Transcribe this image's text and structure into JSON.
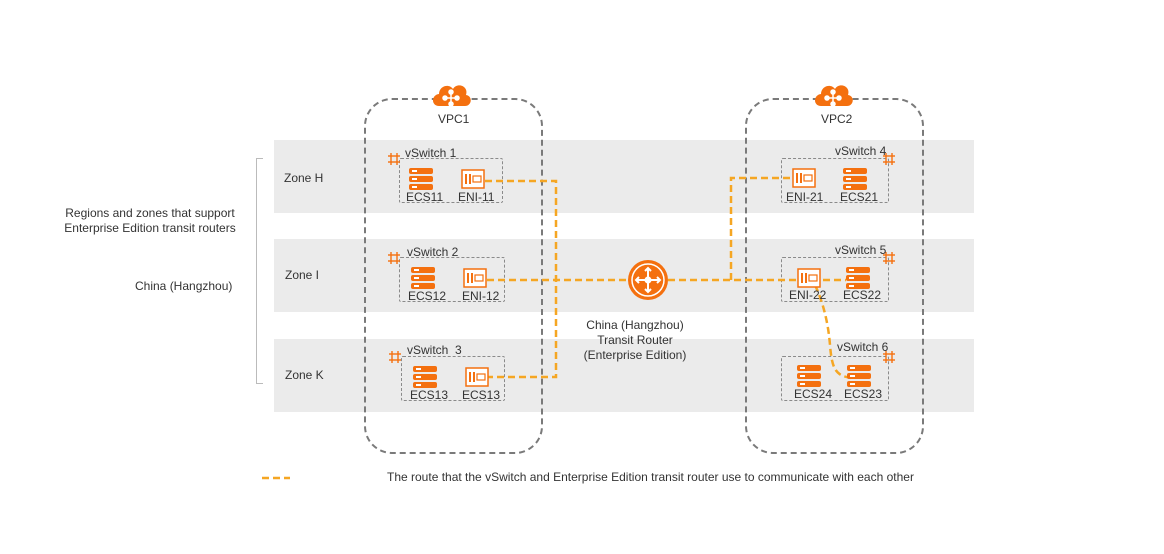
{
  "left_labels": {
    "regions_line1": "Regions and zones that support",
    "regions_line2": "Enterprise Edition transit routers",
    "region": "China (Hangzhou)"
  },
  "zones": [
    "Zone H",
    "Zone I",
    "Zone K"
  ],
  "vpc1": {
    "title": "VPC1",
    "vswitches": [
      {
        "name": "vSwitch 1",
        "ecs": "ECS11",
        "eni": "ENI-11"
      },
      {
        "name": "vSwitch 2",
        "ecs": "ECS12",
        "eni": "ENI-12"
      },
      {
        "name": "vSwitch  3",
        "ecs": "ECS13",
        "eni": "ECS13"
      }
    ]
  },
  "vpc2": {
    "title": "VPC2",
    "vswitches": [
      {
        "name": "vSwitch 4",
        "eni": "ENI-21",
        "ecs": "ECS21"
      },
      {
        "name": "vSwitch 5",
        "eni": "ENI-22",
        "ecs": "ECS22"
      },
      {
        "name": "vSwitch 6",
        "ecs_a": "ECS24",
        "ecs_b": "ECS23"
      }
    ]
  },
  "router": {
    "line1": "China (Hangzhou)",
    "line2": "Transit Router",
    "line3": "(Enterprise Edition)"
  },
  "legend": {
    "text": "The route that the vSwitch and Enterprise Edition transit router use to communicate with each other"
  },
  "colors": {
    "accent": "#f4700f",
    "route": "#f5a623",
    "band": "#ebebeb",
    "dash": "#7a7a7a"
  },
  "icons": {
    "cloud": "cloud-icon",
    "server": "server-icon",
    "eni": "eni-icon",
    "vswitch": "vswitch-icon",
    "router": "transit-router-icon"
  }
}
